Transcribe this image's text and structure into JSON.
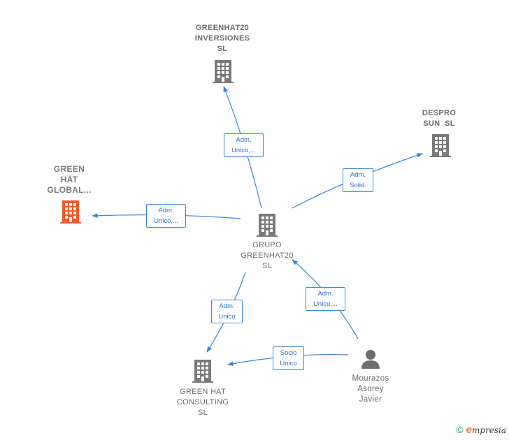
{
  "colors": {
    "edge": "#3a86d8",
    "building_gray": "#7a7a7a",
    "building_highlight": "#f05a2a",
    "person": "#6e6e6e"
  },
  "nodes": {
    "inversiones": {
      "lines": [
        "GREENHAT20",
        "INVERSIONES",
        "SL"
      ],
      "icon": "building-icon"
    },
    "despro": {
      "lines": [
        "DESPRO",
        "SUN  SL"
      ],
      "icon": "building-icon"
    },
    "global": {
      "lines": [
        "GREEN",
        "HAT",
        "GLOBAL..."
      ],
      "icon": "building-icon"
    },
    "grupo": {
      "lines": [
        "GRUPO",
        "GREENHAT20",
        "SL"
      ],
      "icon": "building-icon"
    },
    "consulting": {
      "lines": [
        "GREEN HAT",
        "CONSULTING",
        "SL"
      ],
      "icon": "building-icon"
    },
    "person": {
      "lines": [
        "Mourazos",
        "Asorey",
        "Javier"
      ],
      "icon": "person-icon"
    }
  },
  "edges": {
    "grupo_inversiones": [
      "Adm.",
      "Unico,..."
    ],
    "grupo_despro": [
      "Adm.",
      "Solid."
    ],
    "grupo_global": [
      "Adm.",
      "Unico,..."
    ],
    "grupo_consulting": [
      "Adm.",
      "Unico"
    ],
    "person_grupo": [
      "Adm.",
      "Unico,..."
    ],
    "person_consulting": [
      "Socio",
      "Único"
    ]
  },
  "footer": {
    "copyright": "©",
    "brand_initial": "e",
    "brand_rest": "mpresia"
  }
}
